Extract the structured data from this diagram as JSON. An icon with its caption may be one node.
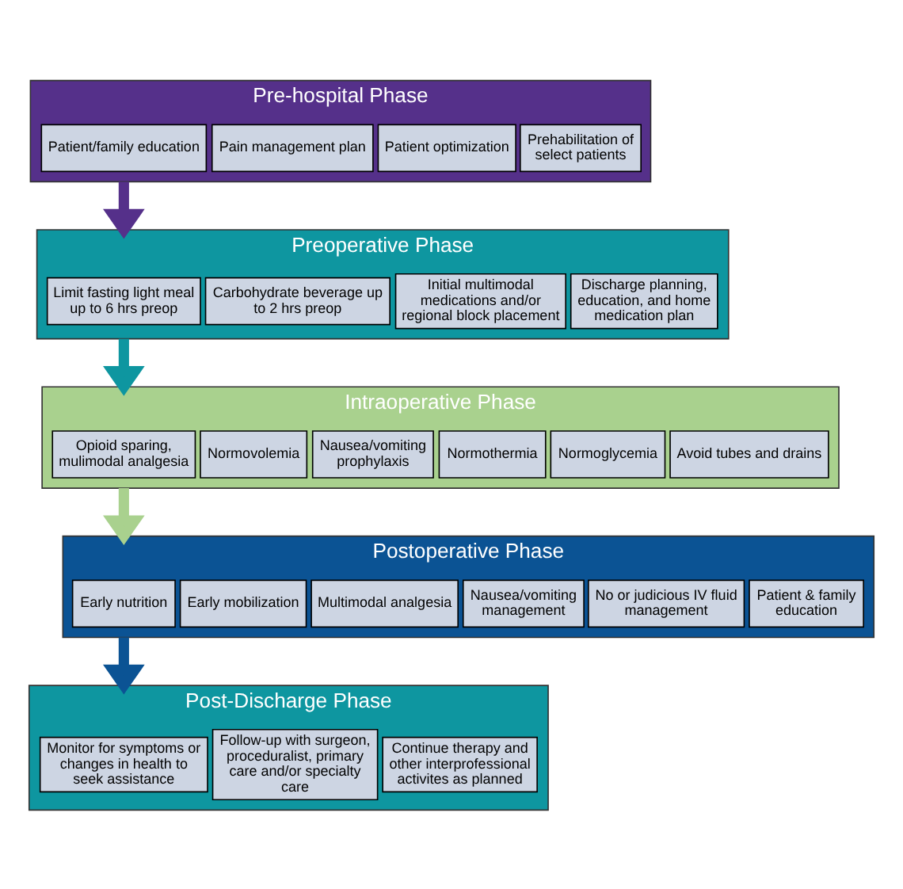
{
  "diagram": {
    "nodes": [
      {
        "text": [
          "Pre-hospital Phase"
        ]
      },
      {
        "text": [
          "Patient/family education"
        ],
        "in": 0
      },
      {
        "text": [
          "Pain management plan"
        ],
        "in": 0
      },
      {
        "text": [
          "Patient optimization"
        ],
        "in": 0
      },
      {
        "text": [
          "Prehabilitation of select patients"
        ],
        "in": 0
      },
      {
        "text": [
          "Preoperative Phase"
        ]
      },
      {
        "text": [
          "Limit fasting light meal up to 6 hrs preop"
        ],
        "in": 5
      },
      {
        "text": [
          "Carbohydrate beverage up to 2 hrs preop"
        ],
        "in": 5
      },
      {
        "text": [
          "Initial multimodal medications and/or regional block placement"
        ],
        "in": 5
      },
      {
        "text": [
          "Discharge planning, education, and home medication plan"
        ],
        "in": 5
      },
      {
        "text": [
          "Intraoperative Phase"
        ]
      },
      {
        "text": [
          "Opioid sparing, mulimodal analgesia"
        ],
        "in": 10
      },
      {
        "text": [
          "Normovolemia"
        ],
        "in": 10
      },
      {
        "text": [
          "Nausea/vomiting prophylaxis"
        ],
        "in": 10
      },
      {
        "text": [
          "Normothermia"
        ],
        "in": 10
      },
      {
        "text": [
          "Normoglycemia"
        ],
        "in": 10
      },
      {
        "text": [
          "Avoid tubes and drains"
        ],
        "in": 10
      },
      {
        "text": [
          "Postoperative Phase"
        ]
      },
      {
        "text": [
          "Early nutrition"
        ],
        "in": 17
      },
      {
        "text": [
          "Early mobilization"
        ],
        "in": 17
      },
      {
        "text": [
          "Multimodal analgesia"
        ],
        "in": 17
      },
      {
        "text": [
          "Nausea/vomiting management"
        ],
        "in": 17
      },
      {
        "text": [
          "No or judicious IV fluid management"
        ],
        "in": 17
      },
      {
        "text": [
          "Patient & family education"
        ],
        "in": 17
      },
      {
        "text": [
          "Post-Discharge Phase"
        ]
      },
      {
        "text": [
          "Monitor for symptoms or changes in health to seek assistance"
        ],
        "in": 24
      },
      {
        "text": [
          "Follow-up with surgeon, proceduralist, primary care and/or specialty care"
        ],
        "in": 24
      },
      {
        "text": [
          "Continue therapy and other interprofessional activites as planned"
        ],
        "in": 24
      }
    ],
    "edges": [
      {
        "from": 0,
        "to": 5,
        "arrow": "to",
        "color": "#55308a"
      },
      {
        "from": 5,
        "to": 10,
        "arrow": "to",
        "color": "#0e96a0"
      },
      {
        "from": 10,
        "to": 17,
        "arrow": "to",
        "color": "#a9d18e"
      },
      {
        "from": 17,
        "to": 24,
        "arrow": "to",
        "color": "#0b5394"
      }
    ]
  }
}
